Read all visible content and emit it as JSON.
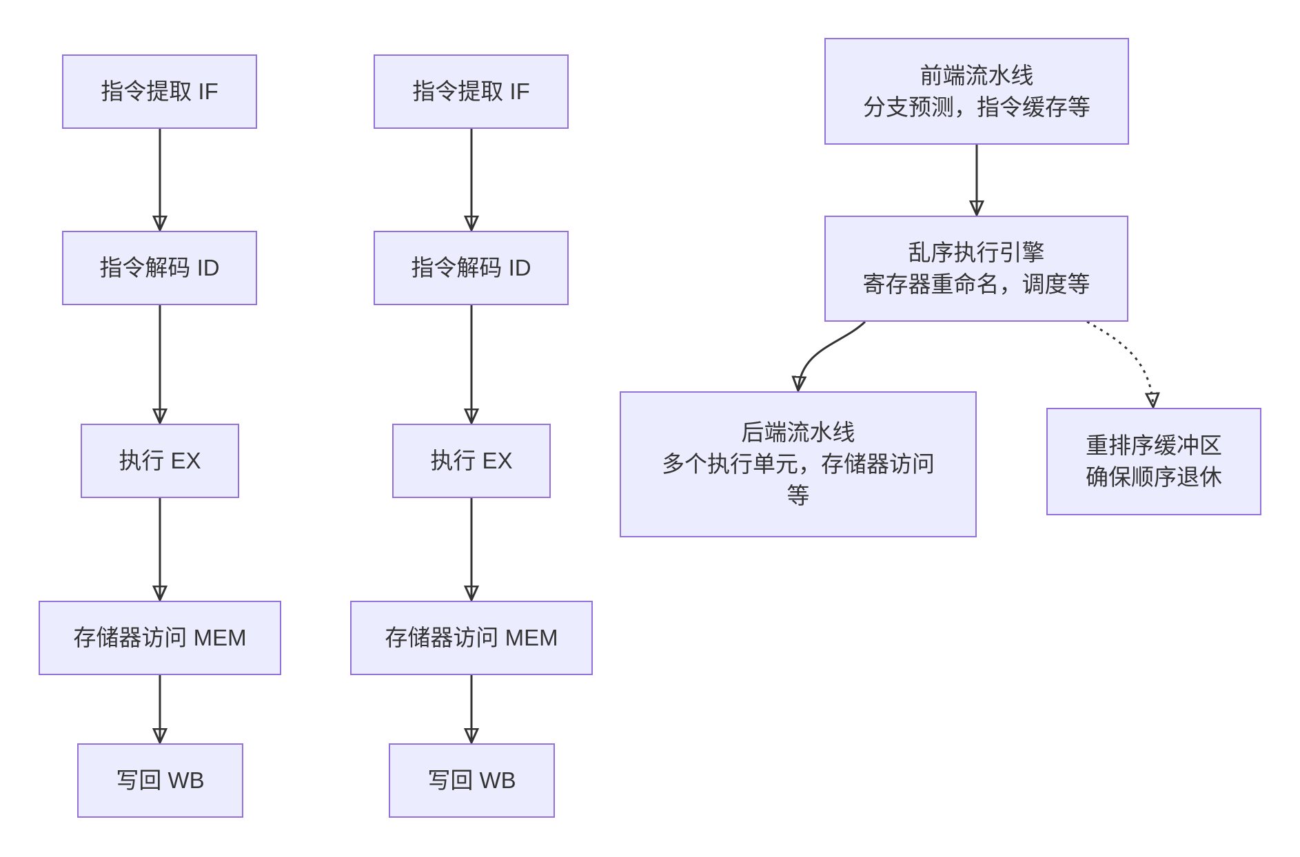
{
  "diagram": {
    "type": "flowchart",
    "colors": {
      "node_fill": "#ECECFF",
      "node_border": "#9370DB",
      "text": "#333333",
      "edge": "#333333",
      "background": "#FFFFFF"
    },
    "pipeline_a": {
      "nodes": [
        {
          "id": "a_if",
          "label": "指令提取 IF"
        },
        {
          "id": "a_id",
          "label": "指令解码 ID"
        },
        {
          "id": "a_ex",
          "label": "执行 EX"
        },
        {
          "id": "a_mem",
          "label": "存储器访问 MEM"
        },
        {
          "id": "a_wb",
          "label": "写回 WB"
        }
      ]
    },
    "pipeline_b": {
      "nodes": [
        {
          "id": "b_if",
          "label": "指令提取 IF"
        },
        {
          "id": "b_id",
          "label": "指令解码 ID"
        },
        {
          "id": "b_ex",
          "label": "执行 EX"
        },
        {
          "id": "b_mem",
          "label": "存储器访问 MEM"
        },
        {
          "id": "b_wb",
          "label": "写回 WB"
        }
      ]
    },
    "ooo_cluster": {
      "frontend": {
        "lines": [
          "前端流水线",
          "分支预测，指令缓存等"
        ]
      },
      "engine": {
        "lines": [
          "乱序执行引擎",
          "寄存器重命名，调度等"
        ]
      },
      "backend": {
        "lines": [
          "后端流水线",
          "多个执行单元，存储器访问",
          "等"
        ]
      },
      "reorder_buffer": {
        "lines": [
          "重排序缓冲区",
          "确保顺序退休"
        ]
      }
    },
    "edges": [
      {
        "from": "a_if",
        "to": "a_id",
        "style": "solid"
      },
      {
        "from": "a_id",
        "to": "a_ex",
        "style": "solid"
      },
      {
        "from": "a_ex",
        "to": "a_mem",
        "style": "solid"
      },
      {
        "from": "a_mem",
        "to": "a_wb",
        "style": "solid"
      },
      {
        "from": "b_if",
        "to": "b_id",
        "style": "solid"
      },
      {
        "from": "b_id",
        "to": "b_ex",
        "style": "solid"
      },
      {
        "from": "b_ex",
        "to": "b_mem",
        "style": "solid"
      },
      {
        "from": "b_mem",
        "to": "b_wb",
        "style": "solid"
      },
      {
        "from": "frontend",
        "to": "engine",
        "style": "solid"
      },
      {
        "from": "engine",
        "to": "backend",
        "style": "solid"
      },
      {
        "from": "engine",
        "to": "reorder_buffer",
        "style": "dotted"
      }
    ]
  }
}
